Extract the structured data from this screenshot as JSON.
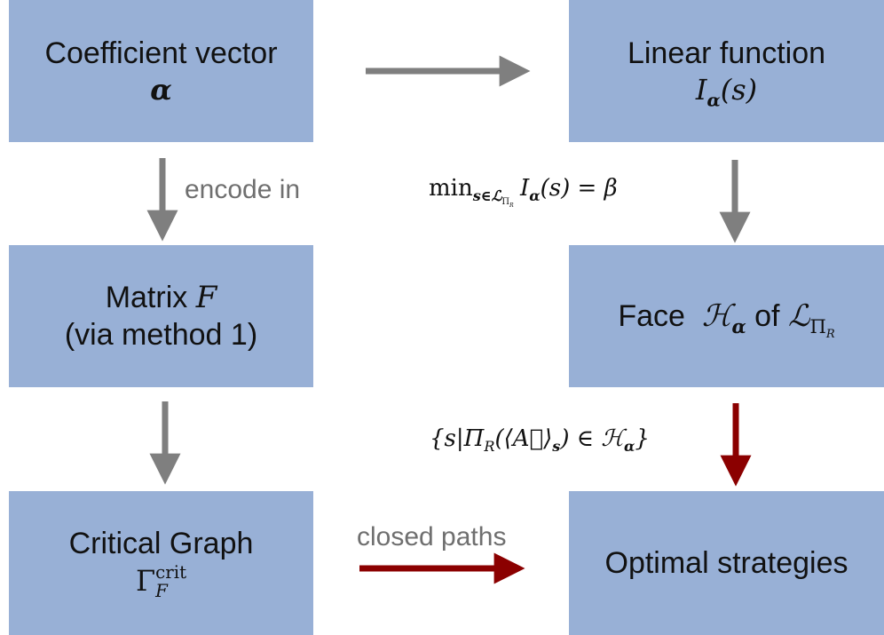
{
  "boxes": {
    "coefficient": {
      "title": "Coefficient vector",
      "symbol": "α"
    },
    "linear": {
      "title": "Linear function",
      "func": "I",
      "func_sub": "α",
      "arg": "(s)"
    },
    "matrix": {
      "title": "Matrix",
      "symbol": "F",
      "subtitle": "(via method 1)"
    },
    "face": {
      "prefix": "Face",
      "symbol": "ℋ",
      "symbol_sub": "α",
      "of": "of",
      "set": "ℒ",
      "set_sub": "Π",
      "set_subsub": "R"
    },
    "critical": {
      "title": "Critical Graph",
      "symbol": "Γ",
      "sup": "crit",
      "sub": "F"
    },
    "optimal": {
      "title": "Optimal strategies"
    }
  },
  "arrow_labels": {
    "encode": "encode in",
    "closed_paths": "closed paths",
    "min_expr": {
      "op": "min",
      "sub": "s∈ℒ",
      "subsub": "Π",
      "subsubsub": "R",
      "body": "I",
      "body_sub": "α",
      "arg": "(s) = β"
    },
    "set_expr": "{s|Π",
    "set_expr_sub": "R",
    "set_expr_rest": "(⟨A⃗⟩",
    "set_expr_sub2": "s",
    "set_expr_end": ") ∈ ℋ",
    "set_expr_sub3": "α",
    "set_expr_close": "}"
  },
  "colors": {
    "box": "#98b0d6",
    "gray_arrow": "#7f7f7f",
    "red_arrow": "#8b0000",
    "label_gray": "#6f6f6f"
  }
}
